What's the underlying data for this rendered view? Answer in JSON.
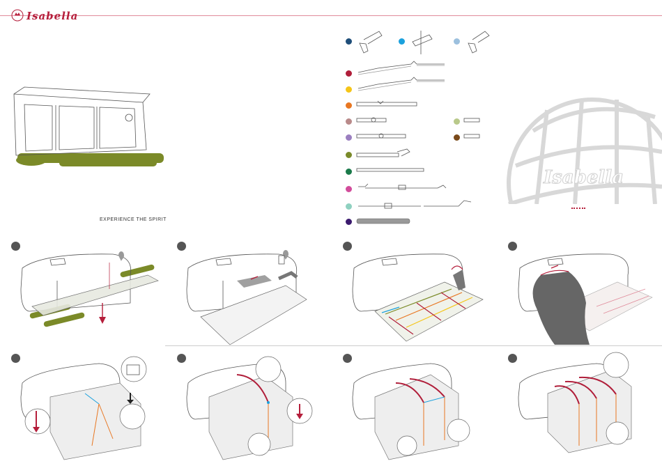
{
  "brand": {
    "name": "Isabella"
  },
  "tagline": "EXPERIENCE THE SPIRIT",
  "legend_colors": {
    "row_top": [
      "#1f4e79",
      "#1ba1dd",
      "#9cc0de"
    ],
    "rows": [
      "#b01e3a",
      "#f5c518",
      "#e87722",
      "#b98a8a",
      "#9b7fc0",
      "#7a8a2a",
      "#1a7a4a",
      "#d24c9b",
      "#8fd1c0",
      "#3b1a6e"
    ],
    "side": [
      "#b9c98a",
      "#7a4a1a"
    ]
  },
  "steps": [
    {
      "id": 1
    },
    {
      "id": 2
    },
    {
      "id": 3
    },
    {
      "id": 4
    },
    {
      "id": 5
    },
    {
      "id": 6
    },
    {
      "id": 7
    },
    {
      "id": 8
    }
  ],
  "colors": {
    "accent": "#b51e3b",
    "grass": "#7b8a28",
    "step_badge": "#555555"
  }
}
